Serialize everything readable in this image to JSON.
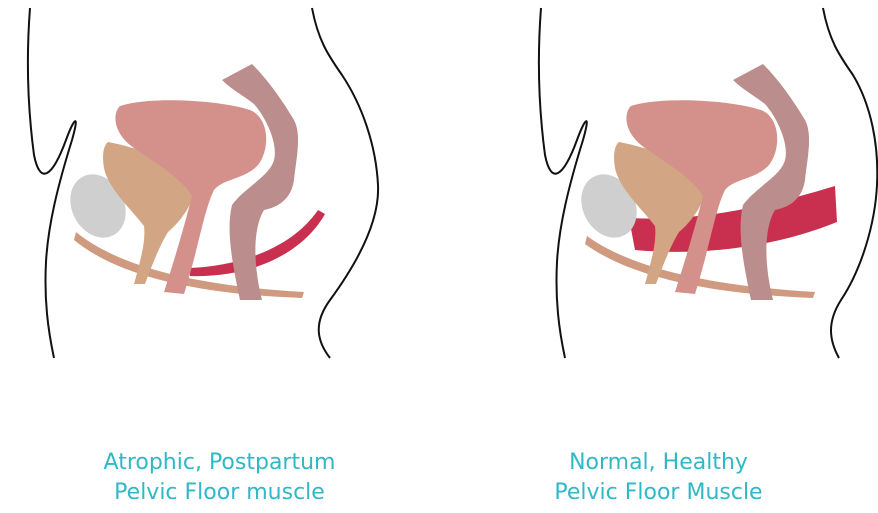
{
  "panels": [
    {
      "caption_line1": "Atrophic, Postpartum",
      "caption_line2": "Pelvic Floor muscle"
    },
    {
      "caption_line1": "Normal, Healthy",
      "caption_line2": "Pelvic Floor Muscle"
    }
  ],
  "colors": {
    "outline": "#111111",
    "bladder": "#d4908a",
    "uterus": "#d2a684",
    "rectum": "#bb8d8c",
    "bone": "#cfcfcf",
    "floor_base": "#cf9a80",
    "pelvic_floor_muscle": "#c9304f",
    "caption": "#2fb8c6"
  }
}
